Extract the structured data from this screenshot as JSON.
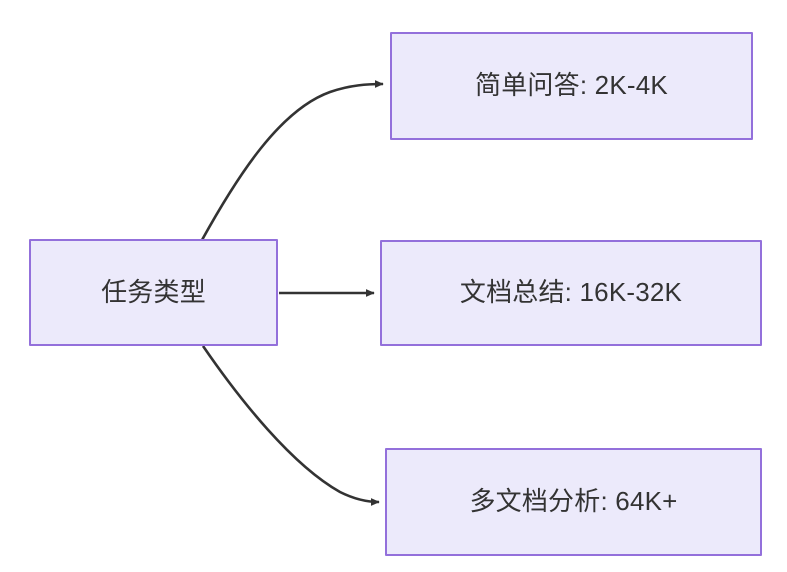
{
  "diagram": {
    "type": "flowchart",
    "direction": "left-to-right",
    "background_color": "#ffffff",
    "node_fill_color": "#ECEAFB",
    "node_border_color": "#9370DB",
    "node_text_color": "#333333",
    "edge_color": "#333333",
    "title": ""
  },
  "nodes": {
    "source": {
      "id": "source",
      "label": "任务类型"
    },
    "simple_qa": {
      "id": "simple_qa",
      "label": "简单问答: 2K-4K"
    },
    "doc_summary": {
      "id": "doc_summary",
      "label": "文档总结: 16K-32K"
    },
    "multi_doc": {
      "id": "multi_doc",
      "label": "多文档分析: 64K+"
    }
  },
  "edges": [
    {
      "id": "edge-source-simple-qa",
      "from": "source",
      "to": "simple_qa",
      "label": "",
      "style": "curved",
      "arrowhead": "triangle"
    },
    {
      "id": "edge-source-doc-summary",
      "from": "source",
      "to": "doc_summary",
      "label": "",
      "style": "straight",
      "arrowhead": "triangle"
    },
    {
      "id": "edge-source-multi-doc",
      "from": "source",
      "to": "multi_doc",
      "label": "",
      "style": "curved",
      "arrowhead": "triangle"
    }
  ]
}
